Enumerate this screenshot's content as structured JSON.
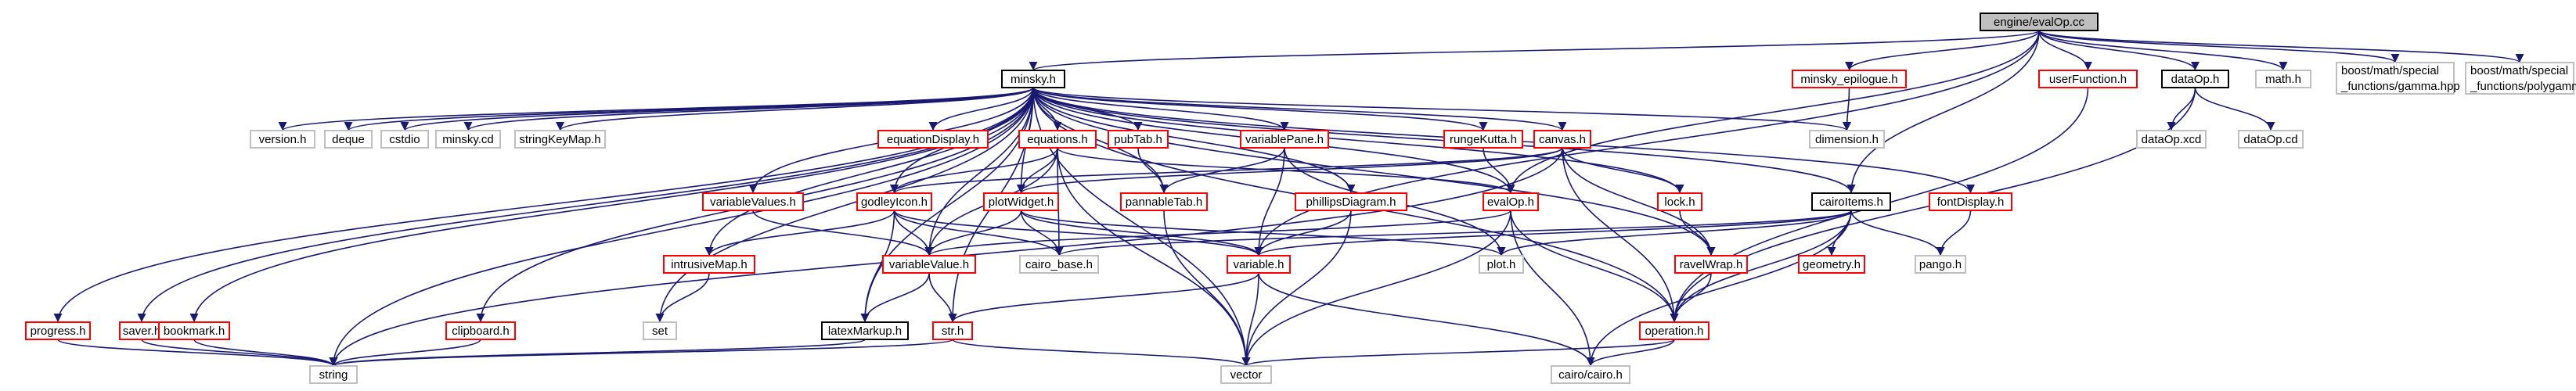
{
  "colors": {
    "root_fill": "#bfbfbf",
    "root_border": "#000000",
    "documented_border": "#ff0000",
    "plain_border": "#000000",
    "external_border": "#bfbfbf",
    "edge": "#191970",
    "text": "#000000"
  },
  "nodes": [
    {
      "id": "evalop_cc",
      "label": "engine/evalOp.cc",
      "kind": "root"
    },
    {
      "id": "minsky_h",
      "label": "minsky.h",
      "kind": "plain"
    },
    {
      "id": "minsky_epilogue_h",
      "label": "minsky_epilogue.h",
      "kind": "documented"
    },
    {
      "id": "userfunction_h",
      "label": "userFunction.h",
      "kind": "documented"
    },
    {
      "id": "dataop_h",
      "label": "dataOp.h",
      "kind": "plain"
    },
    {
      "id": "math_h",
      "label": "math.h",
      "kind": "external"
    },
    {
      "id": "gamma_hpp",
      "label": [
        "boost/math/special",
        "_functions/gamma.hpp"
      ],
      "kind": "external"
    },
    {
      "id": "polygamma_hpp",
      "label": [
        "boost/math/special",
        "_functions/polygamma.hpp"
      ],
      "kind": "external"
    },
    {
      "id": "version_h",
      "label": "version.h",
      "kind": "external"
    },
    {
      "id": "deque",
      "label": "deque",
      "kind": "external"
    },
    {
      "id": "cstdio",
      "label": "cstdio",
      "kind": "external"
    },
    {
      "id": "minsky_cd",
      "label": "minsky.cd",
      "kind": "external"
    },
    {
      "id": "stringkeymap_h",
      "label": "stringKeyMap.h",
      "kind": "external"
    },
    {
      "id": "equationdisplay_h",
      "label": "equationDisplay.h",
      "kind": "documented"
    },
    {
      "id": "equations_h",
      "label": "equations.h",
      "kind": "documented"
    },
    {
      "id": "pubtab_h",
      "label": "pubTab.h",
      "kind": "documented"
    },
    {
      "id": "variablepane_h",
      "label": "variablePane.h",
      "kind": "documented"
    },
    {
      "id": "rungekutta_h",
      "label": "rungeKutta.h",
      "kind": "documented"
    },
    {
      "id": "canvas_h",
      "label": "canvas.h",
      "kind": "documented"
    },
    {
      "id": "dimension_h",
      "label": "dimension.h",
      "kind": "external"
    },
    {
      "id": "dataop_xcd",
      "label": "dataOp.xcd",
      "kind": "external"
    },
    {
      "id": "dataop_cd",
      "label": "dataOp.cd",
      "kind": "external"
    },
    {
      "id": "variablevalues_h",
      "label": "variableValues.h",
      "kind": "documented"
    },
    {
      "id": "godleyicon_h",
      "label": "godleyIcon.h",
      "kind": "documented"
    },
    {
      "id": "plotwidget_h",
      "label": "plotWidget.h",
      "kind": "documented"
    },
    {
      "id": "pannabletab_h",
      "label": "pannableTab.h",
      "kind": "documented"
    },
    {
      "id": "phillipsdiagram_h",
      "label": "phillipsDiagram.h",
      "kind": "documented"
    },
    {
      "id": "evalop_h",
      "label": "evalOp.h",
      "kind": "documented"
    },
    {
      "id": "lock_h",
      "label": "lock.h",
      "kind": "documented"
    },
    {
      "id": "cairoitems_h",
      "label": "cairoItems.h",
      "kind": "plain"
    },
    {
      "id": "fontdisplay_h",
      "label": "fontDisplay.h",
      "kind": "documented"
    },
    {
      "id": "intrusivemap_h",
      "label": "intrusiveMap.h",
      "kind": "documented"
    },
    {
      "id": "variablevalue_h",
      "label": "variableValue.h",
      "kind": "documented"
    },
    {
      "id": "cairo_base_h",
      "label": "cairo_base.h",
      "kind": "external"
    },
    {
      "id": "variable_h",
      "label": "variable.h",
      "kind": "documented"
    },
    {
      "id": "plot_h",
      "label": "plot.h",
      "kind": "external"
    },
    {
      "id": "ravelwrap_h",
      "label": "ravelWrap.h",
      "kind": "documented"
    },
    {
      "id": "geometry_h",
      "label": "geometry.h",
      "kind": "documented"
    },
    {
      "id": "pango_h",
      "label": "pango.h",
      "kind": "external"
    },
    {
      "id": "progress_h",
      "label": "progress.h",
      "kind": "documented"
    },
    {
      "id": "saver_h",
      "label": "saver.h",
      "kind": "documented"
    },
    {
      "id": "bookmark_h",
      "label": "bookmark.h",
      "kind": "documented"
    },
    {
      "id": "clipboard_h",
      "label": "clipboard.h",
      "kind": "documented"
    },
    {
      "id": "set",
      "label": "set",
      "kind": "external"
    },
    {
      "id": "latexmarkup_h",
      "label": "latexMarkup.h",
      "kind": "plain"
    },
    {
      "id": "str_h",
      "label": "str.h",
      "kind": "documented"
    },
    {
      "id": "operation_h",
      "label": "operation.h",
      "kind": "documented"
    },
    {
      "id": "string",
      "label": "string",
      "kind": "external"
    },
    {
      "id": "vector",
      "label": "vector",
      "kind": "external"
    },
    {
      "id": "cairo_cairo_h",
      "label": "cairo/cairo.h",
      "kind": "external"
    }
  ],
  "edges": [
    [
      "evalop_cc",
      "minsky_h"
    ],
    [
      "evalop_cc",
      "minsky_epilogue_h"
    ],
    [
      "evalop_cc",
      "userfunction_h"
    ],
    [
      "evalop_cc",
      "dataop_h"
    ],
    [
      "evalop_cc",
      "math_h"
    ],
    [
      "evalop_cc",
      "gamma_hpp"
    ],
    [
      "evalop_cc",
      "polygamma_hpp"
    ],
    [
      "evalop_cc",
      "evalop_h"
    ],
    [
      "evalop_cc",
      "cairoitems_h"
    ],
    [
      "evalop_cc",
      "variable_h"
    ],
    [
      "minsky_epilogue_h",
      "dimension_h"
    ],
    [
      "userfunction_h",
      "operation_h"
    ],
    [
      "dataop_h",
      "dataop_xcd"
    ],
    [
      "dataop_h",
      "dataop_cd"
    ],
    [
      "dataop_h",
      "operation_h"
    ],
    [
      "minsky_h",
      "version_h"
    ],
    [
      "minsky_h",
      "deque"
    ],
    [
      "minsky_h",
      "cstdio"
    ],
    [
      "minsky_h",
      "minsky_cd"
    ],
    [
      "minsky_h",
      "stringkeymap_h"
    ],
    [
      "minsky_h",
      "equationdisplay_h"
    ],
    [
      "minsky_h",
      "equations_h"
    ],
    [
      "minsky_h",
      "pubtab_h"
    ],
    [
      "minsky_h",
      "variablepane_h"
    ],
    [
      "minsky_h",
      "rungekutta_h"
    ],
    [
      "minsky_h",
      "canvas_h"
    ],
    [
      "minsky_h",
      "dimension_h"
    ],
    [
      "minsky_h",
      "variablevalues_h"
    ],
    [
      "minsky_h",
      "godleyicon_h"
    ],
    [
      "minsky_h",
      "plotwidget_h"
    ],
    [
      "minsky_h",
      "pannabletab_h"
    ],
    [
      "minsky_h",
      "phillipsdiagram_h"
    ],
    [
      "minsky_h",
      "evalop_h"
    ],
    [
      "minsky_h",
      "lock_h"
    ],
    [
      "minsky_h",
      "cairoitems_h"
    ],
    [
      "minsky_h",
      "fontdisplay_h"
    ],
    [
      "minsky_h",
      "intrusivemap_h"
    ],
    [
      "minsky_h",
      "progress_h"
    ],
    [
      "minsky_h",
      "saver_h"
    ],
    [
      "minsky_h",
      "bookmark_h"
    ],
    [
      "minsky_h",
      "clipboard_h"
    ],
    [
      "minsky_h",
      "set"
    ],
    [
      "minsky_h",
      "latexmarkup_h"
    ],
    [
      "minsky_h",
      "string"
    ],
    [
      "minsky_h",
      "vector"
    ],
    [
      "minsky_h",
      "operation_h"
    ],
    [
      "minsky_h",
      "ravelwrap_h"
    ],
    [
      "minsky_h",
      "variablevalue_h"
    ],
    [
      "minsky_h",
      "str_h"
    ],
    [
      "equations_h",
      "godleyicon_h"
    ],
    [
      "equations_h",
      "plotwidget_h"
    ],
    [
      "equations_h",
      "evalop_h"
    ],
    [
      "equations_h",
      "cairo_base_h"
    ],
    [
      "equations_h",
      "vector"
    ],
    [
      "equations_h",
      "variablevalue_h"
    ],
    [
      "pubtab_h",
      "pannabletab_h"
    ],
    [
      "variablepane_h",
      "pannabletab_h"
    ],
    [
      "variablepane_h",
      "variable_h"
    ],
    [
      "variablepane_h",
      "plot_h"
    ],
    [
      "rungekutta_h",
      "evalop_h"
    ],
    [
      "canvas_h",
      "godleyicon_h"
    ],
    [
      "canvas_h",
      "plotwidget_h"
    ],
    [
      "canvas_h",
      "lock_h"
    ],
    [
      "canvas_h",
      "ravelwrap_h"
    ],
    [
      "canvas_h",
      "operation_h"
    ],
    [
      "canvas_h",
      "string"
    ],
    [
      "pannabletab_h",
      "vector"
    ],
    [
      "variablevalues_h",
      "variablevalue_h"
    ],
    [
      "godleyicon_h",
      "intrusivemap_h"
    ],
    [
      "godleyicon_h",
      "variablevalue_h"
    ],
    [
      "godleyicon_h",
      "cairo_base_h"
    ],
    [
      "godleyicon_h",
      "variable_h"
    ],
    [
      "godleyicon_h",
      "latexmarkup_h"
    ],
    [
      "plotwidget_h",
      "cairo_base_h"
    ],
    [
      "plotwidget_h",
      "variablevalue_h"
    ],
    [
      "plotwidget_h",
      "variable_h"
    ],
    [
      "plotwidget_h",
      "plot_h"
    ],
    [
      "phillipsdiagram_h",
      "variable_h"
    ],
    [
      "phillipsdiagram_h",
      "vector"
    ],
    [
      "evalop_h",
      "variablevalue_h"
    ],
    [
      "evalop_h",
      "operation_h"
    ],
    [
      "evalop_h",
      "vector"
    ],
    [
      "evalop_h",
      "cairo_cairo_h"
    ],
    [
      "lock_h",
      "ravelwrap_h"
    ],
    [
      "cairoitems_h",
      "variable_h"
    ],
    [
      "cairoitems_h",
      "geometry_h"
    ],
    [
      "cairoitems_h",
      "pango_h"
    ],
    [
      "cairoitems_h",
      "operation_h"
    ],
    [
      "cairoitems_h",
      "cairo_cairo_h"
    ],
    [
      "cairoitems_h",
      "plot_h"
    ],
    [
      "cairoitems_h",
      "cairo_base_h"
    ],
    [
      "fontdisplay_h",
      "pango_h"
    ],
    [
      "intrusivemap_h",
      "set"
    ],
    [
      "variablevalue_h",
      "latexmarkup_h"
    ],
    [
      "variablevalue_h",
      "str_h"
    ],
    [
      "variable_h",
      "str_h"
    ],
    [
      "variable_h",
      "vector"
    ],
    [
      "variable_h",
      "cairo_cairo_h"
    ],
    [
      "ravelwrap_h",
      "operation_h"
    ],
    [
      "progress_h",
      "string"
    ],
    [
      "saver_h",
      "string"
    ],
    [
      "bookmark_h",
      "string"
    ],
    [
      "clipboard_h",
      "string"
    ],
    [
      "latexmarkup_h",
      "string"
    ],
    [
      "str_h",
      "string"
    ],
    [
      "str_h",
      "vector"
    ],
    [
      "operation_h",
      "vector"
    ],
    [
      "operation_h",
      "cairo_cairo_h"
    ]
  ]
}
